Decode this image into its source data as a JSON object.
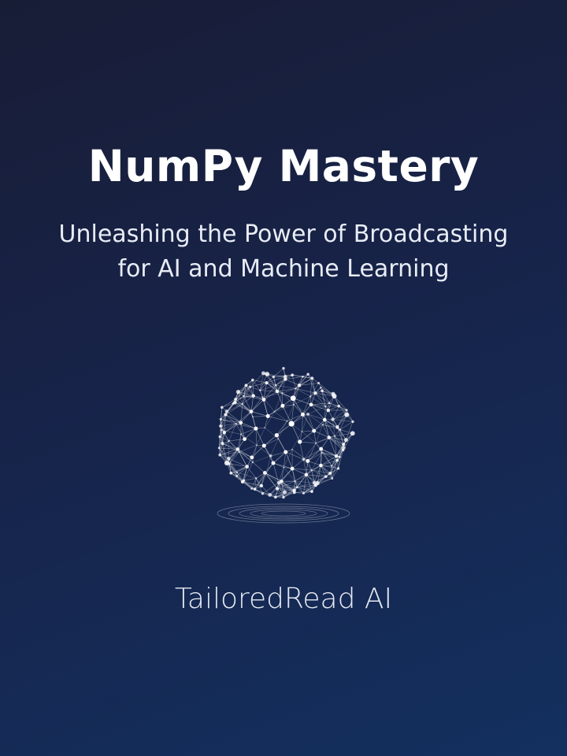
{
  "cover": {
    "title": "NumPy Mastery",
    "subtitle": "Unleashing the Power of Broadcasting for AI and Machine Learning",
    "publisher": "TailoredRead AI",
    "illustration": "network-sphere-icon"
  },
  "colors": {
    "background_top": "#181d36",
    "background_bottom": "#13305f",
    "text": "#ffffff"
  }
}
